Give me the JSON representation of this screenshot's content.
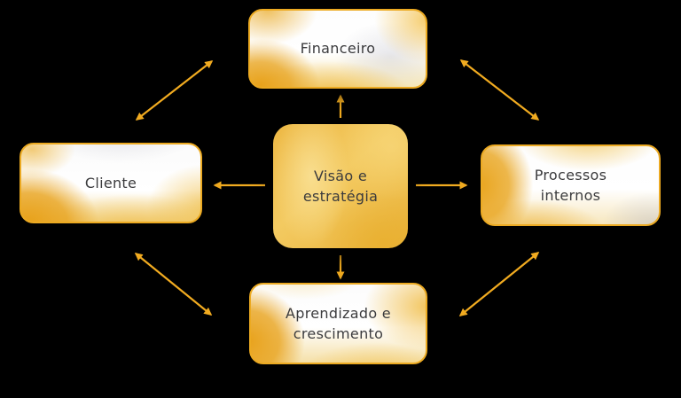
{
  "diagram": {
    "type": "balanced-scorecard",
    "background_color": "#000000",
    "arrow_color": "#f1ab20",
    "box_border_color": "#ecaa22",
    "text_color": "#3b3b3d",
    "nodes": {
      "center": {
        "label": "Visão e estratégia"
      },
      "top": {
        "label": "Financeiro"
      },
      "left": {
        "label": "Cliente"
      },
      "right": {
        "label": "Processos internos"
      },
      "bottom": {
        "label": "Aprendizado e crescimento"
      }
    },
    "edges": [
      {
        "from": "center",
        "to": "top",
        "bidirectional": false
      },
      {
        "from": "center",
        "to": "left",
        "bidirectional": false
      },
      {
        "from": "center",
        "to": "right",
        "bidirectional": false
      },
      {
        "from": "center",
        "to": "bottom",
        "bidirectional": false
      },
      {
        "from": "left",
        "to": "top",
        "bidirectional": true
      },
      {
        "from": "top",
        "to": "right",
        "bidirectional": true
      },
      {
        "from": "left",
        "to": "bottom",
        "bidirectional": true
      },
      {
        "from": "bottom",
        "to": "right",
        "bidirectional": true
      }
    ]
  }
}
